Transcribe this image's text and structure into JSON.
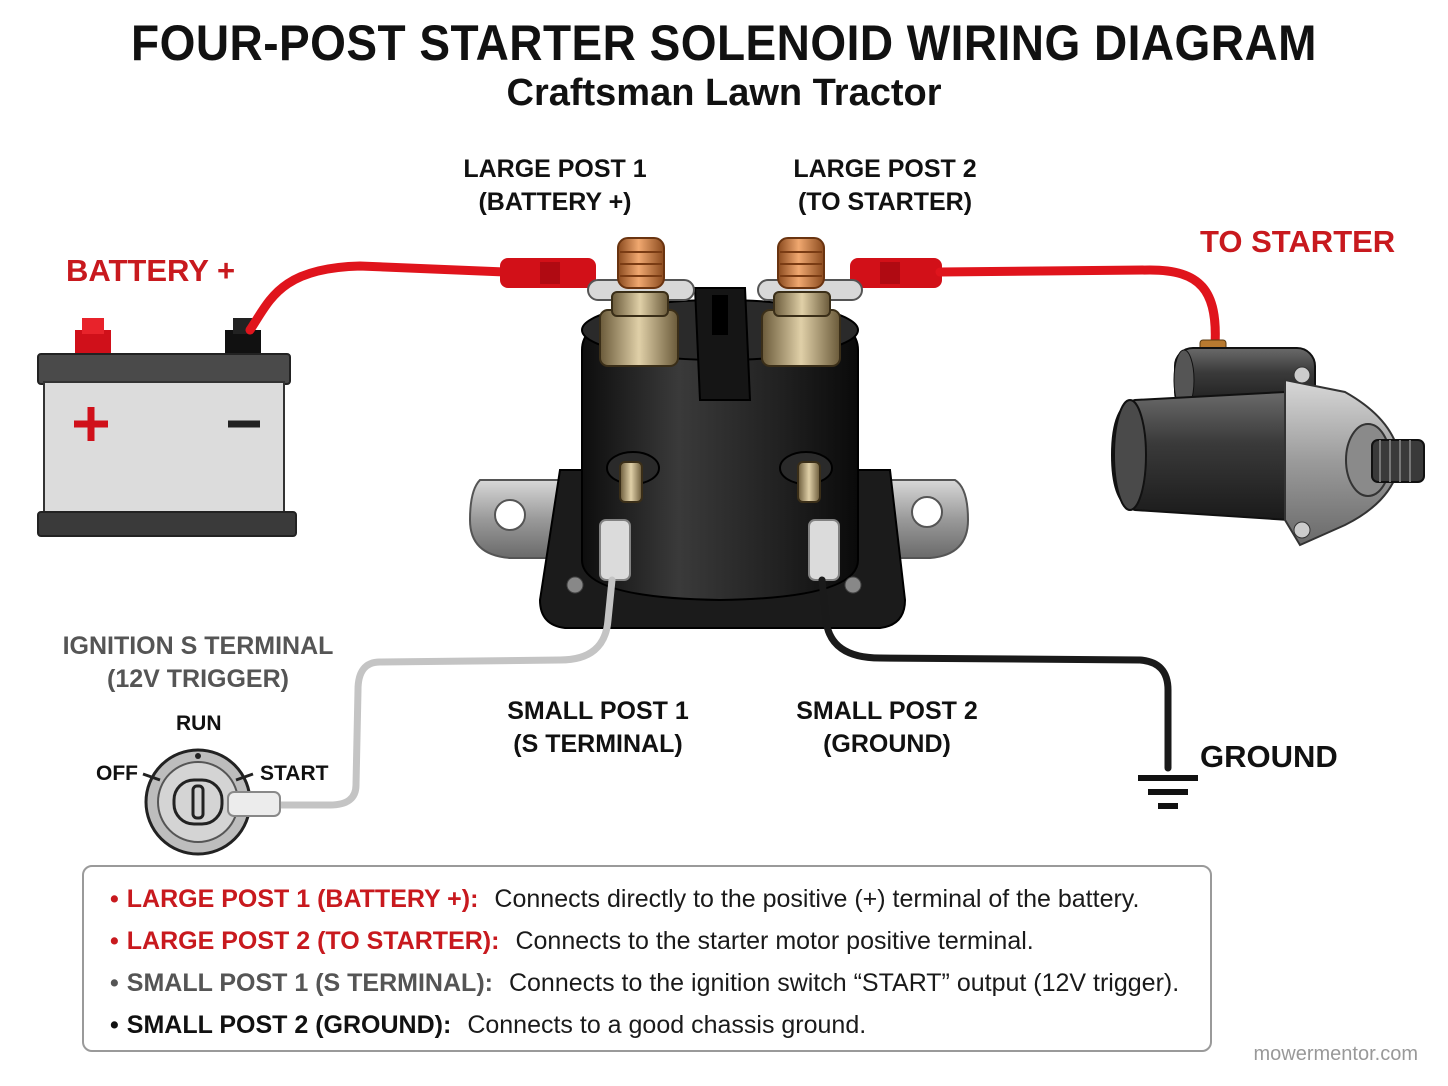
{
  "header": {
    "title": "FOUR-POST STARTER SOLENOID WIRING DIAGRAM",
    "subtitle": "Craftsman Lawn Tractor"
  },
  "labels": {
    "large_post_1": {
      "line1": "LARGE POST 1",
      "line2": "(BATTERY +)"
    },
    "large_post_2": {
      "line1": "LARGE POST 2",
      "line2": "(TO STARTER)"
    },
    "small_post_1": {
      "line1": "SMALL POST 1",
      "line2": "(S TERMINAL)"
    },
    "small_post_2": {
      "line1": "SMALL POST 2",
      "line2": "(GROUND)"
    },
    "battery": "BATTERY +",
    "to_starter": "TO STARTER",
    "ground": "GROUND",
    "ignition": {
      "line1": "IGNITION S TERMINAL",
      "line2": "(12V TRIGGER)"
    },
    "switch": {
      "off": "OFF",
      "run": "RUN",
      "start": "START"
    }
  },
  "legend": [
    {
      "bullet": "•",
      "key": "LARGE POST 1 (BATTERY +):",
      "desc": "Connects directly to the positive (+) terminal of the battery.",
      "color": "#c8191e"
    },
    {
      "bullet": "•",
      "key": "LARGE POST 2 (TO STARTER):",
      "desc": "Connects to the starter motor positive terminal.",
      "color": "#c8191e"
    },
    {
      "bullet": "•",
      "key": "SMALL POST 1 (S TERMINAL):",
      "desc": "Connects to the ignition switch “START” output (12V trigger).",
      "color": "#555555"
    },
    {
      "bullet": "•",
      "key": "SMALL POST 2 (GROUND):",
      "desc": "Connects to a good chassis ground.",
      "color": "#111111"
    }
  ],
  "watermark": "mowermentor.com",
  "colors": {
    "positive_wire": "#e0141c",
    "trigger_wire": "#c4c4c4",
    "ground_wire": "#1a1a1a",
    "solenoid_body": "#1e1e1e",
    "copper": "#c97a40"
  }
}
